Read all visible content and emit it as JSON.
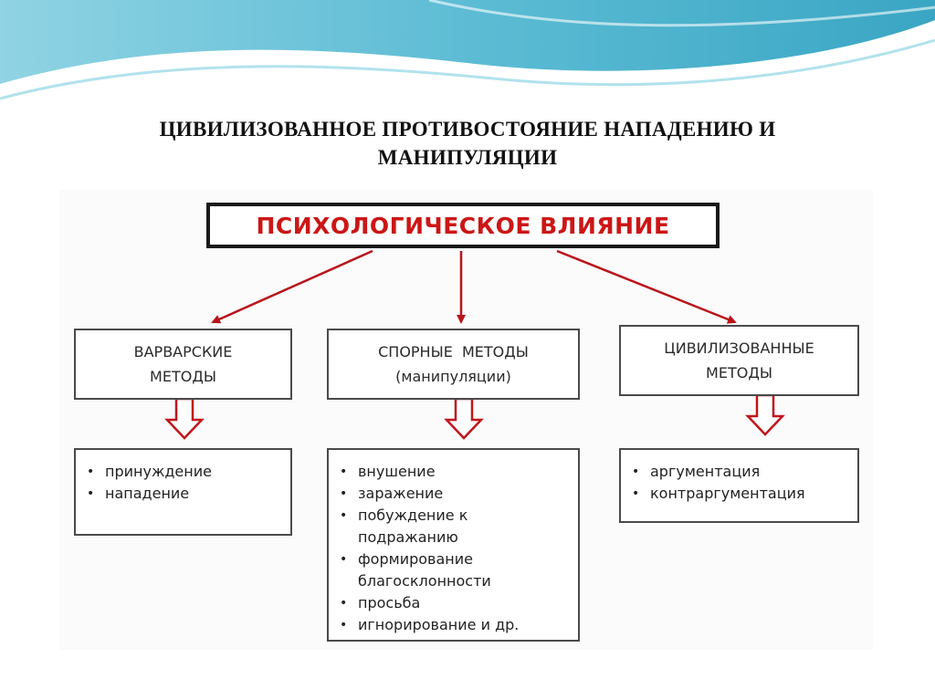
{
  "slide": {
    "title_line1": "ЦИВИЛИЗОВАННОЕ ПРОТИВОСТОЯНИЕ НАПАДЕНИЮ И",
    "title_line2": "МАНИПУЛЯЦИИ"
  },
  "diagram": {
    "root": "ПСИХОЛОГИЧЕСКОЕ ВЛИЯНИЕ",
    "colors": {
      "accent": "#cc1616",
      "border": "#4a4a4a",
      "wave": "#6ec3d6"
    },
    "branches": [
      {
        "line1": "ВАРВАРСКИЕ",
        "line2": "МЕТОДЫ",
        "items": [
          "принуждение",
          "нападение"
        ]
      },
      {
        "line1": "СПОРНЫЕ  МЕТОДЫ",
        "line2": "(манипуляции)",
        "items": [
          "внушение",
          "заражение",
          "побуждение к",
          "подражанию",
          "формирование",
          "благосклонности",
          "просьба",
          "игнорирование и др."
        ]
      },
      {
        "line1": "ЦИВИЛИЗОВАННЫЕ",
        "line2": "МЕТОДЫ",
        "items": [
          "аргументация",
          "контраргументация"
        ]
      }
    ]
  }
}
